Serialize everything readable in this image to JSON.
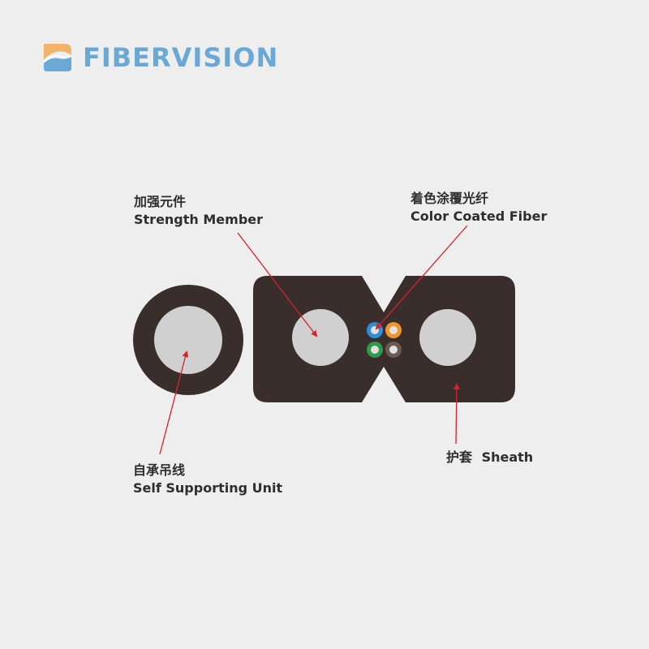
{
  "brand": {
    "name": "FIBERVISION",
    "logo_colors": [
      "#f2b36b",
      "#6aa9d6"
    ]
  },
  "labels": {
    "strength_member": {
      "zh": "加强元件",
      "en": "Strength Member"
    },
    "color_coated_fiber": {
      "zh": "着色涂覆光纤",
      "en": "Color Coated Fiber"
    },
    "self_supporting_unit": {
      "zh": "自承吊线",
      "en": "Self Supporting Unit"
    },
    "sheath": {
      "zh": "护套",
      "en": "Sheath"
    }
  },
  "colors": {
    "background": "#eeeeee",
    "sheath": "#3a2e2c",
    "core": "#d0d0d0",
    "arrow": "#d5232a",
    "fibers": [
      "#2e8fd8",
      "#f0962e",
      "#2e9a4a",
      "#6b5a52"
    ]
  }
}
